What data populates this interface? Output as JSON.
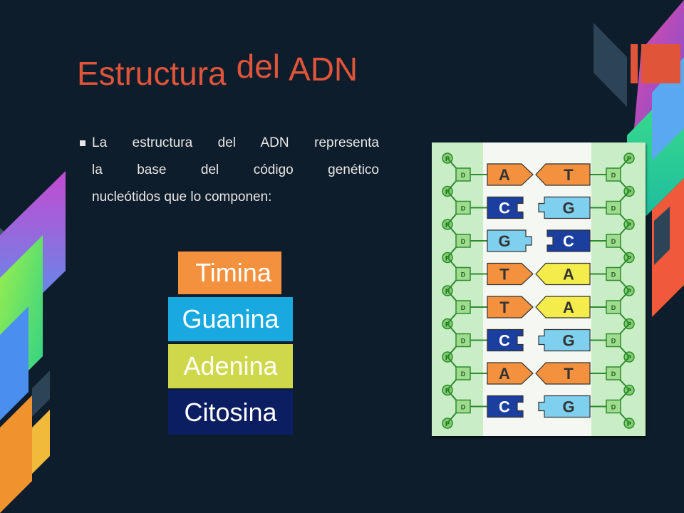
{
  "slide": {
    "title_words": [
      "Estructura",
      "del",
      "ADN"
    ],
    "bullet_lines": [
      "La estructura del ADN representa",
      "la base del código genético",
      "nucleótidos que lo componen:"
    ]
  },
  "bases": [
    {
      "label": "Timina",
      "color": "#f4913e"
    },
    {
      "label": "Guanina",
      "color": "#19a9e1"
    },
    {
      "label": "Adenina",
      "color": "#cfd84a"
    },
    {
      "label": "Citosina",
      "color": "#0c1e62"
    }
  ],
  "diagram": {
    "left_strand": [
      "A",
      "C",
      "G",
      "T",
      "T",
      "C",
      "A",
      "C"
    ],
    "right_strand": [
      "T",
      "G",
      "C",
      "A",
      "A",
      "G",
      "T",
      "G"
    ],
    "phosphate_label": "P",
    "sugar_label": "D",
    "nucleotide_colors": {
      "A": "#f4913e",
      "T": "#f4913e",
      "G": "#7fd0ee",
      "C": "#1a3f9e",
      "A_right": "#f3ec4a"
    }
  },
  "colors": {
    "background": "#0e1d2b",
    "title": "#e0553a",
    "text": "#e8e8e8"
  }
}
